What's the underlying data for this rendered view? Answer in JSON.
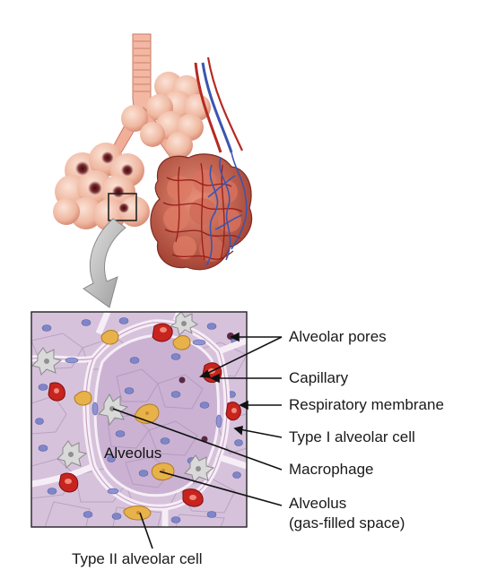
{
  "labels": {
    "alveolar_pores": "Alveolar pores",
    "capillary": "Capillary",
    "respiratory_membrane": "Respiratory membrane",
    "type1_cell": "Type I alveolar cell",
    "macrophage": "Macrophage",
    "alveolus_space_line1": "Alveolus",
    "alveolus_space_line2": "(gas-filled space)",
    "alveolus_inside": "Alveolus",
    "type2_cell": "Type II alveolar cell"
  },
  "colors": {
    "tissue": "#d7c2dc",
    "alveolar_wall": "#f6eef6",
    "capillary_red": "#c8241f",
    "nucleus_blue": "#7f86c8",
    "surfactant_yellow": "#e8b24a",
    "lung_pink": "#f2c2ae",
    "vessel_blue": "#3a56b0",
    "vessel_red": "#b62a22"
  }
}
